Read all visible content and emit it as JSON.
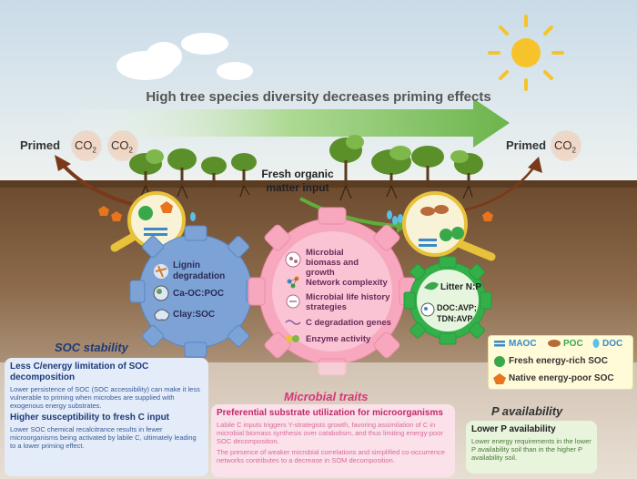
{
  "title": "High tree species diversity decreases priming effects",
  "primed_left": "Primed",
  "primed_right": "Primed",
  "co2_label": "CO",
  "co2_sub": "2",
  "fresh_input": "Fresh organic matter input",
  "soc_gear": {
    "items": [
      "Lignin degradation",
      "Ca-OC:POC",
      "Clay:SOC"
    ]
  },
  "microbial_gear": {
    "items": [
      "Microbial biomass and growth",
      "Network complexity",
      "Microbial life history strategies",
      "C degradation genes",
      "Enzyme activity"
    ]
  },
  "p_gear": {
    "items": [
      "Litter N:P",
      "DOC:AVP; TDN:AVP"
    ]
  },
  "sections": {
    "soc": "SOC stability",
    "microbial": "Microbial traits",
    "p": "P availability"
  },
  "soc_box": {
    "h1": "Less C/energy limitation of SOC decomposition",
    "p1": "Lower persistence of SOC (SOC accessibility) can make it less vulnerable to priming when microbes are supplied with exogenous energy substrates.",
    "h2": "Higher susceptibility to fresh C input",
    "p2": "Lower SOC chemical recalcitrance results in fewer microorganisms being activated by labile C, ultimately leading to a lower priming effect."
  },
  "microbial_box": {
    "h1": "Preferential substrate utilization for microorganisms",
    "p1": "Labile C inputs triggers Y-strategists growth, favoring assimilation of C in microbial biomass synthesis over catabolism, and thus limiting energy-poor SOC decomposition.",
    "p2": "The presence of weaker microbial correlations and simplified co-occurrence networks contributes to a decrease in SOM decomposition."
  },
  "p_box": {
    "h1": "Lower P availability",
    "p1": "Lower energy requirements in the lower P availability soil than in the higher P availability soil."
  },
  "legend": {
    "maoc": "MAOC",
    "poc": "POC",
    "doc": "DOC",
    "fresh": "Fresh energy-rich SOC",
    "native": "Native energy-poor SOC"
  },
  "colors": {
    "sky_top": "#c9dbe8",
    "soil": "#7a5a3c",
    "blue_gear": "#7da3d6",
    "pink_gear": "#f7a8bf",
    "green_gear": "#33b04a",
    "arrow_green": "#5fae3a",
    "arrow_brown": "#7a3a1a",
    "doc_blue": "#5bc0e8",
    "poc_brown": "#b86a3a",
    "fresh_green": "#3aa84a",
    "native_orange": "#e8741e"
  }
}
